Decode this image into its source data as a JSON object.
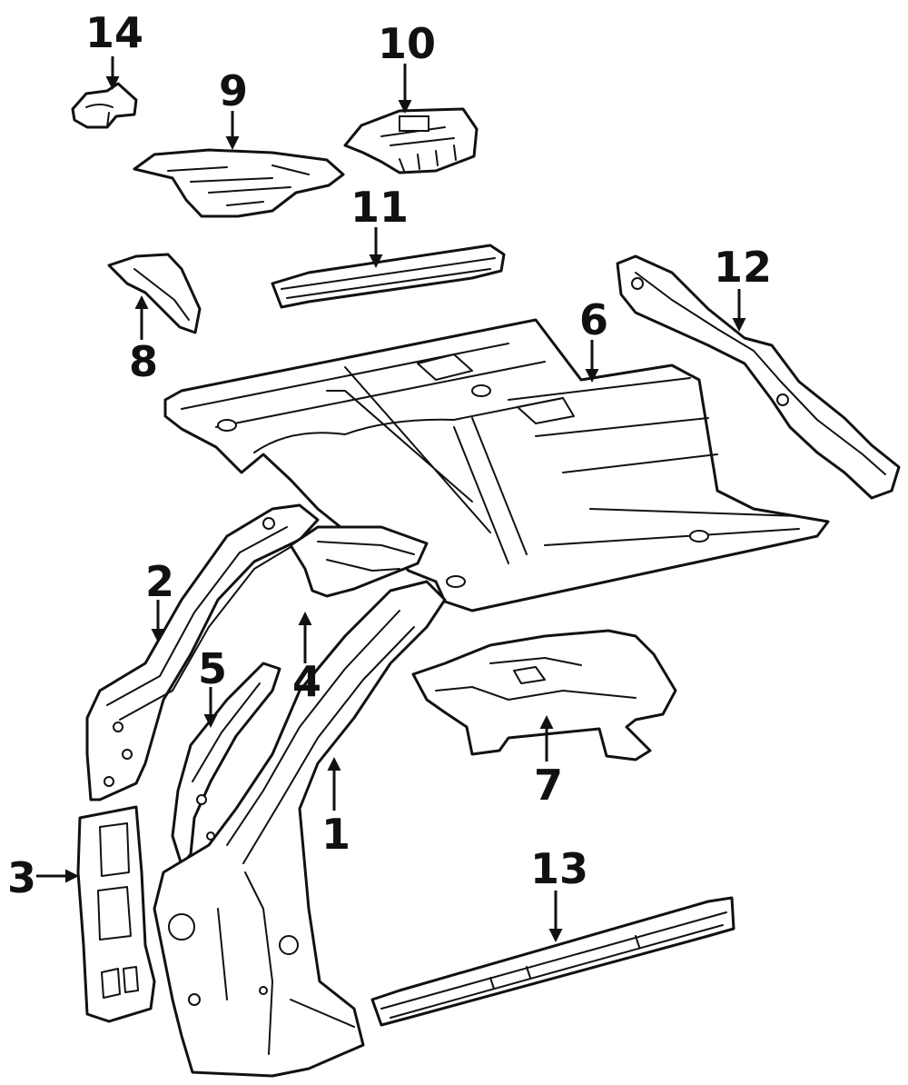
{
  "diagram": {
    "colors": {
      "ink": "#111111",
      "background": "#ffffff"
    },
    "callouts": {
      "c1": "1",
      "c2": "2",
      "c3": "3",
      "c4": "4",
      "c5": "5",
      "c6": "6",
      "c7": "7",
      "c8": "8",
      "c9": "9",
      "c10": "10",
      "c11": "11",
      "c12": "12",
      "c13": "13",
      "c14": "14"
    }
  }
}
